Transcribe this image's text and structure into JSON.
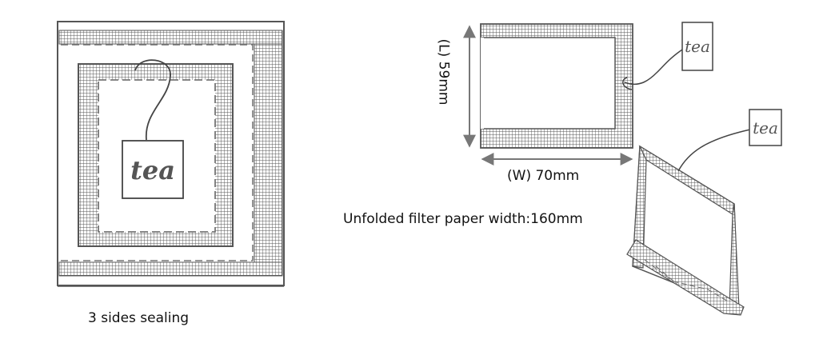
{
  "left_diagram": {
    "tag_text": "tea",
    "caption": "3 sides sealing"
  },
  "right_diagram": {
    "tag_text_top": "tea",
    "tag_text_bottom": "tea",
    "length_label": "(L) 59mm",
    "width_label": "(W) 70mm",
    "unfolded_label": "Unfolded filter paper width:160mm"
  },
  "colors": {
    "line": "#555555",
    "grid": "#666666",
    "background": "#ffffff"
  }
}
